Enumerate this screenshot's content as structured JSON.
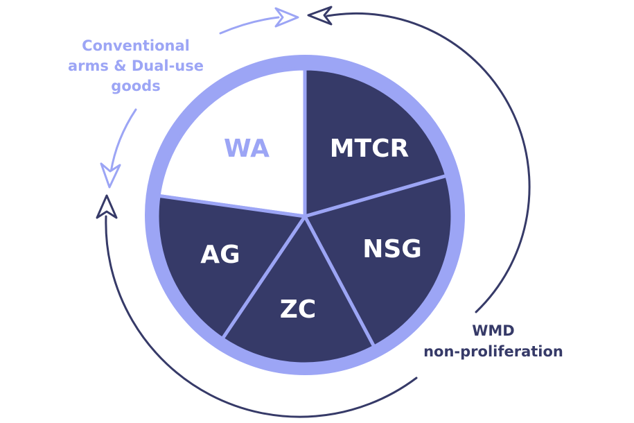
{
  "colors": {
    "dark": "#363a68",
    "light": "#9ca5f5",
    "white": "#ffffff"
  },
  "segments": [
    {
      "id": "wa",
      "label": "WA",
      "fill": "white"
    },
    {
      "id": "mtcr",
      "label": "MTCR",
      "fill": "dark"
    },
    {
      "id": "nsg",
      "label": "NSG",
      "fill": "dark"
    },
    {
      "id": "zc",
      "label": "ZC",
      "fill": "dark"
    },
    {
      "id": "ag",
      "label": "AG",
      "fill": "dark"
    }
  ],
  "cycles": {
    "conventional": {
      "lines": [
        "Conventional",
        "arms & Dual-use",
        "goods"
      ]
    },
    "wmd": {
      "lines": [
        "WMD",
        "non-proliferation"
      ]
    }
  }
}
